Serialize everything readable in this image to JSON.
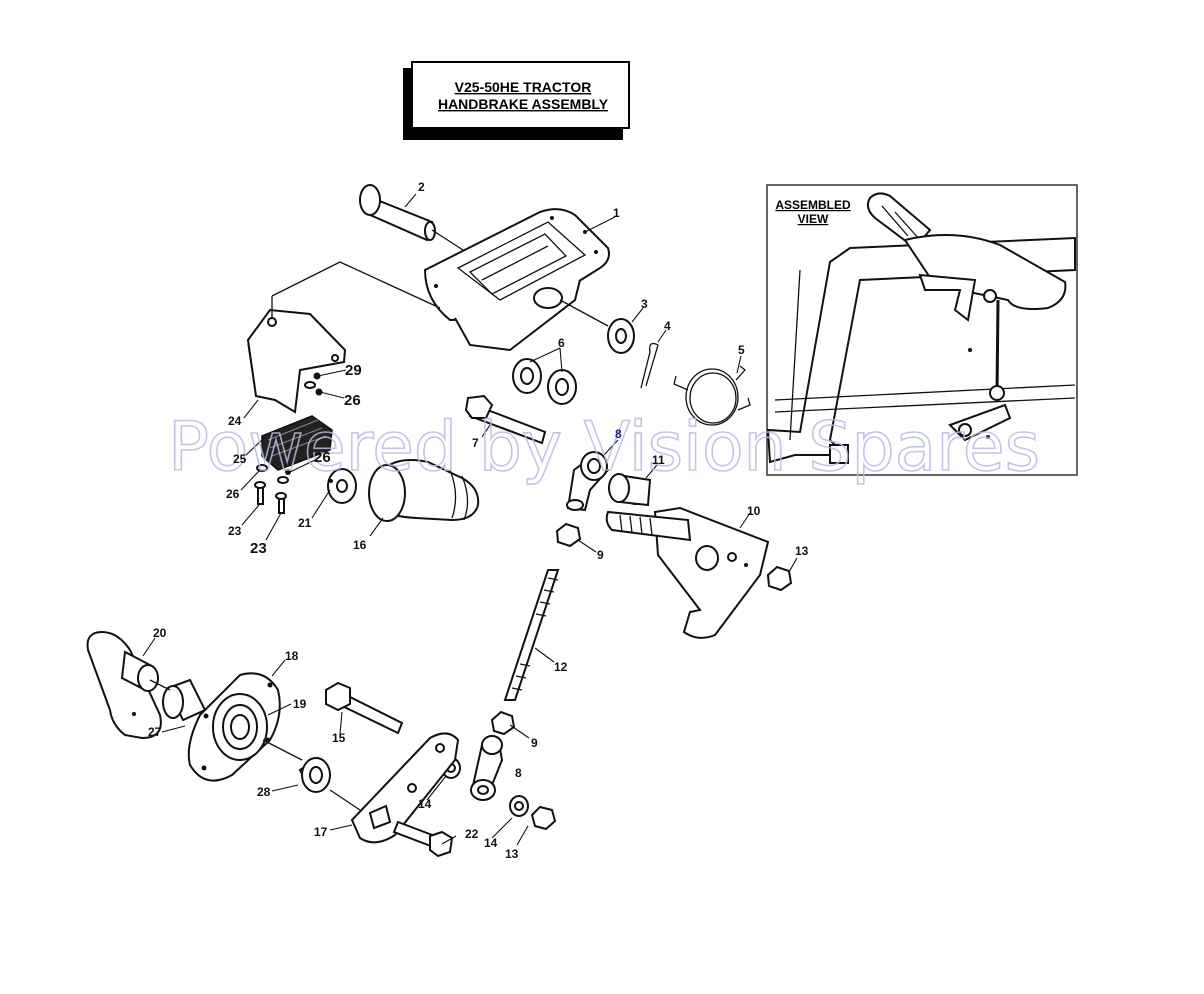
{
  "title": {
    "line1": "V25-50HE TRACTOR",
    "line2": "HANDBRAKE ASSEMBLY"
  },
  "inset": {
    "line1": "ASSEMBLED",
    "line2": "VIEW"
  },
  "watermark": "Powered by Vision Spares",
  "callouts": [
    {
      "id": "c1",
      "text": "1"
    },
    {
      "id": "c2",
      "text": "2"
    },
    {
      "id": "c3",
      "text": "3"
    },
    {
      "id": "c4",
      "text": "4"
    },
    {
      "id": "c5",
      "text": "5"
    },
    {
      "id": "c6",
      "text": "6"
    },
    {
      "id": "c7",
      "text": "7"
    },
    {
      "id": "c8a",
      "text": "8"
    },
    {
      "id": "c8b",
      "text": "8"
    },
    {
      "id": "c9a",
      "text": "9"
    },
    {
      "id": "c9b",
      "text": "9"
    },
    {
      "id": "c10",
      "text": "10"
    },
    {
      "id": "c11",
      "text": "11"
    },
    {
      "id": "c12",
      "text": "12"
    },
    {
      "id": "c13a",
      "text": "13"
    },
    {
      "id": "c13b",
      "text": "13"
    },
    {
      "id": "c14a",
      "text": "14"
    },
    {
      "id": "c14b",
      "text": "14"
    },
    {
      "id": "c15",
      "text": "15"
    },
    {
      "id": "c16",
      "text": "16"
    },
    {
      "id": "c17",
      "text": "17"
    },
    {
      "id": "c18",
      "text": "18"
    },
    {
      "id": "c19",
      "text": "19"
    },
    {
      "id": "c20",
      "text": "20"
    },
    {
      "id": "c21",
      "text": "21"
    },
    {
      "id": "c22",
      "text": "22"
    },
    {
      "id": "c23a",
      "text": "23"
    },
    {
      "id": "c23b",
      "text": "23"
    },
    {
      "id": "c24",
      "text": "24"
    },
    {
      "id": "c25",
      "text": "25"
    },
    {
      "id": "c26a",
      "text": "26"
    },
    {
      "id": "c26b",
      "text": "26"
    },
    {
      "id": "c26c",
      "text": "26"
    },
    {
      "id": "c27",
      "text": "27"
    },
    {
      "id": "c28",
      "text": "28"
    },
    {
      "id": "c29",
      "text": "29"
    }
  ]
}
